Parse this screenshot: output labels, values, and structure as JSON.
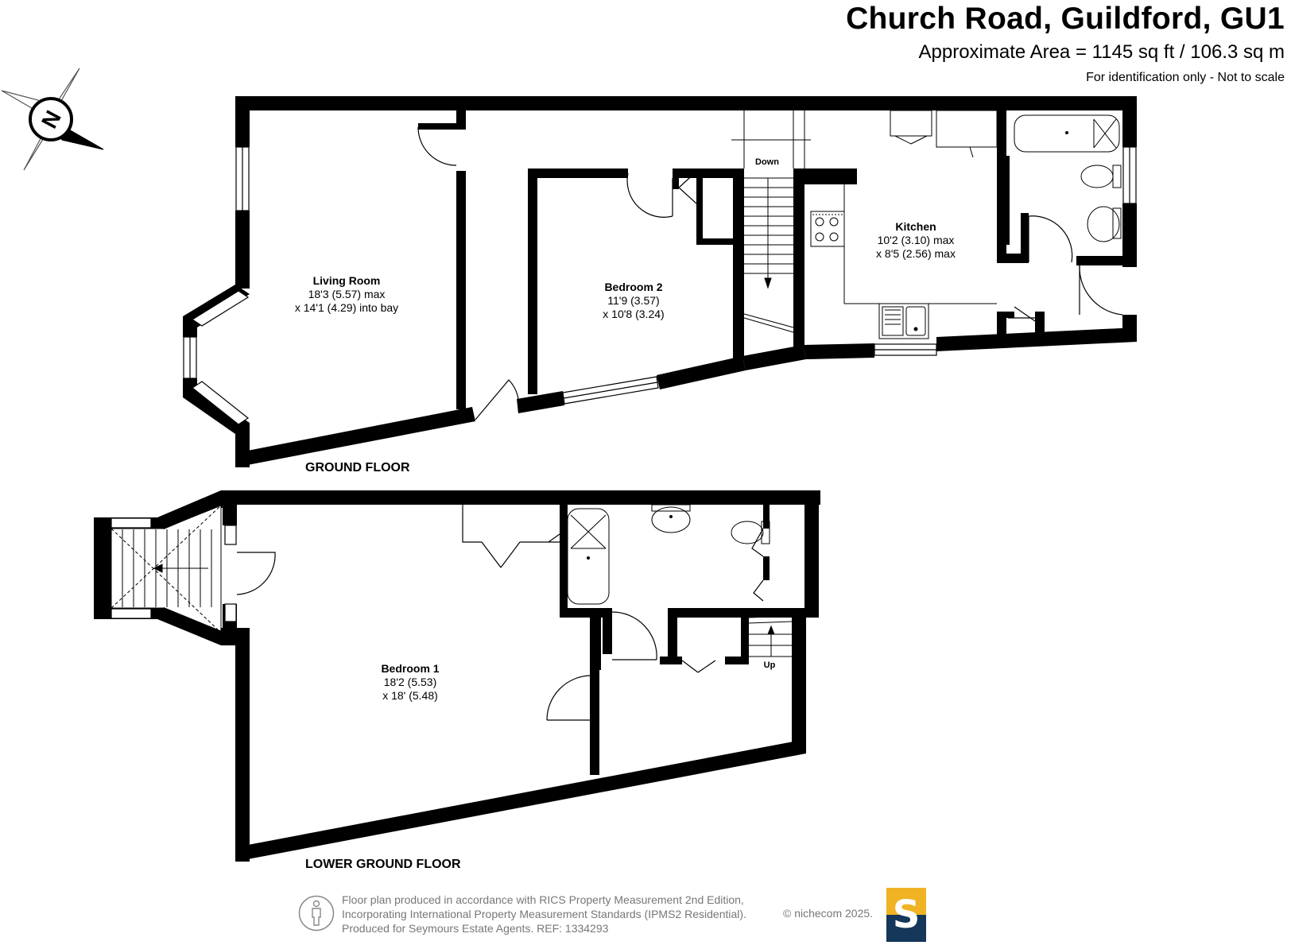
{
  "header": {
    "title": "Church Road, Guildford, GU1",
    "area": "Approximate Area = 1145 sq ft / 106.3 sq m",
    "note": "For identification only - Not to scale"
  },
  "compass": {
    "letter": "N",
    "icon": "compass-icon"
  },
  "ground_floor": {
    "label": "GROUND FLOOR",
    "rooms": [
      {
        "name": "Living Room",
        "dim1": "18'3 (5.57) max",
        "dim2": "x 14'1 (4.29) into bay"
      },
      {
        "name": "Bedroom 2",
        "dim1": "11'9 (3.57)",
        "dim2": "x 10'8 (3.24)"
      },
      {
        "name": "Kitchen",
        "dim1": "10'2 (3.10) max",
        "dim2": "x 8'5 (2.56) max"
      }
    ],
    "stairs_label": "Down"
  },
  "lower_ground_floor": {
    "label": "LOWER GROUND FLOOR",
    "rooms": [
      {
        "name": "Bedroom 1",
        "dim1": "18'2 (5.53)",
        "dim2": "x 18' (5.48)"
      }
    ],
    "stairs_label": "Up"
  },
  "footer": {
    "line1": "Floor plan produced in accordance with RICS Property Measurement 2nd Edition,",
    "line2": "Incorporating International Property Measurement Standards (IPMS2 Residential).",
    "line3": "Produced for Seymours Estate Agents.   REF: 1334293",
    "copyright": "© nichecom 2025.",
    "logo_letter": "S"
  },
  "colors": {
    "wall": "#000000",
    "logo_top": "#f0b323",
    "logo_bottom": "#14375a",
    "footer_text": "#777777"
  }
}
